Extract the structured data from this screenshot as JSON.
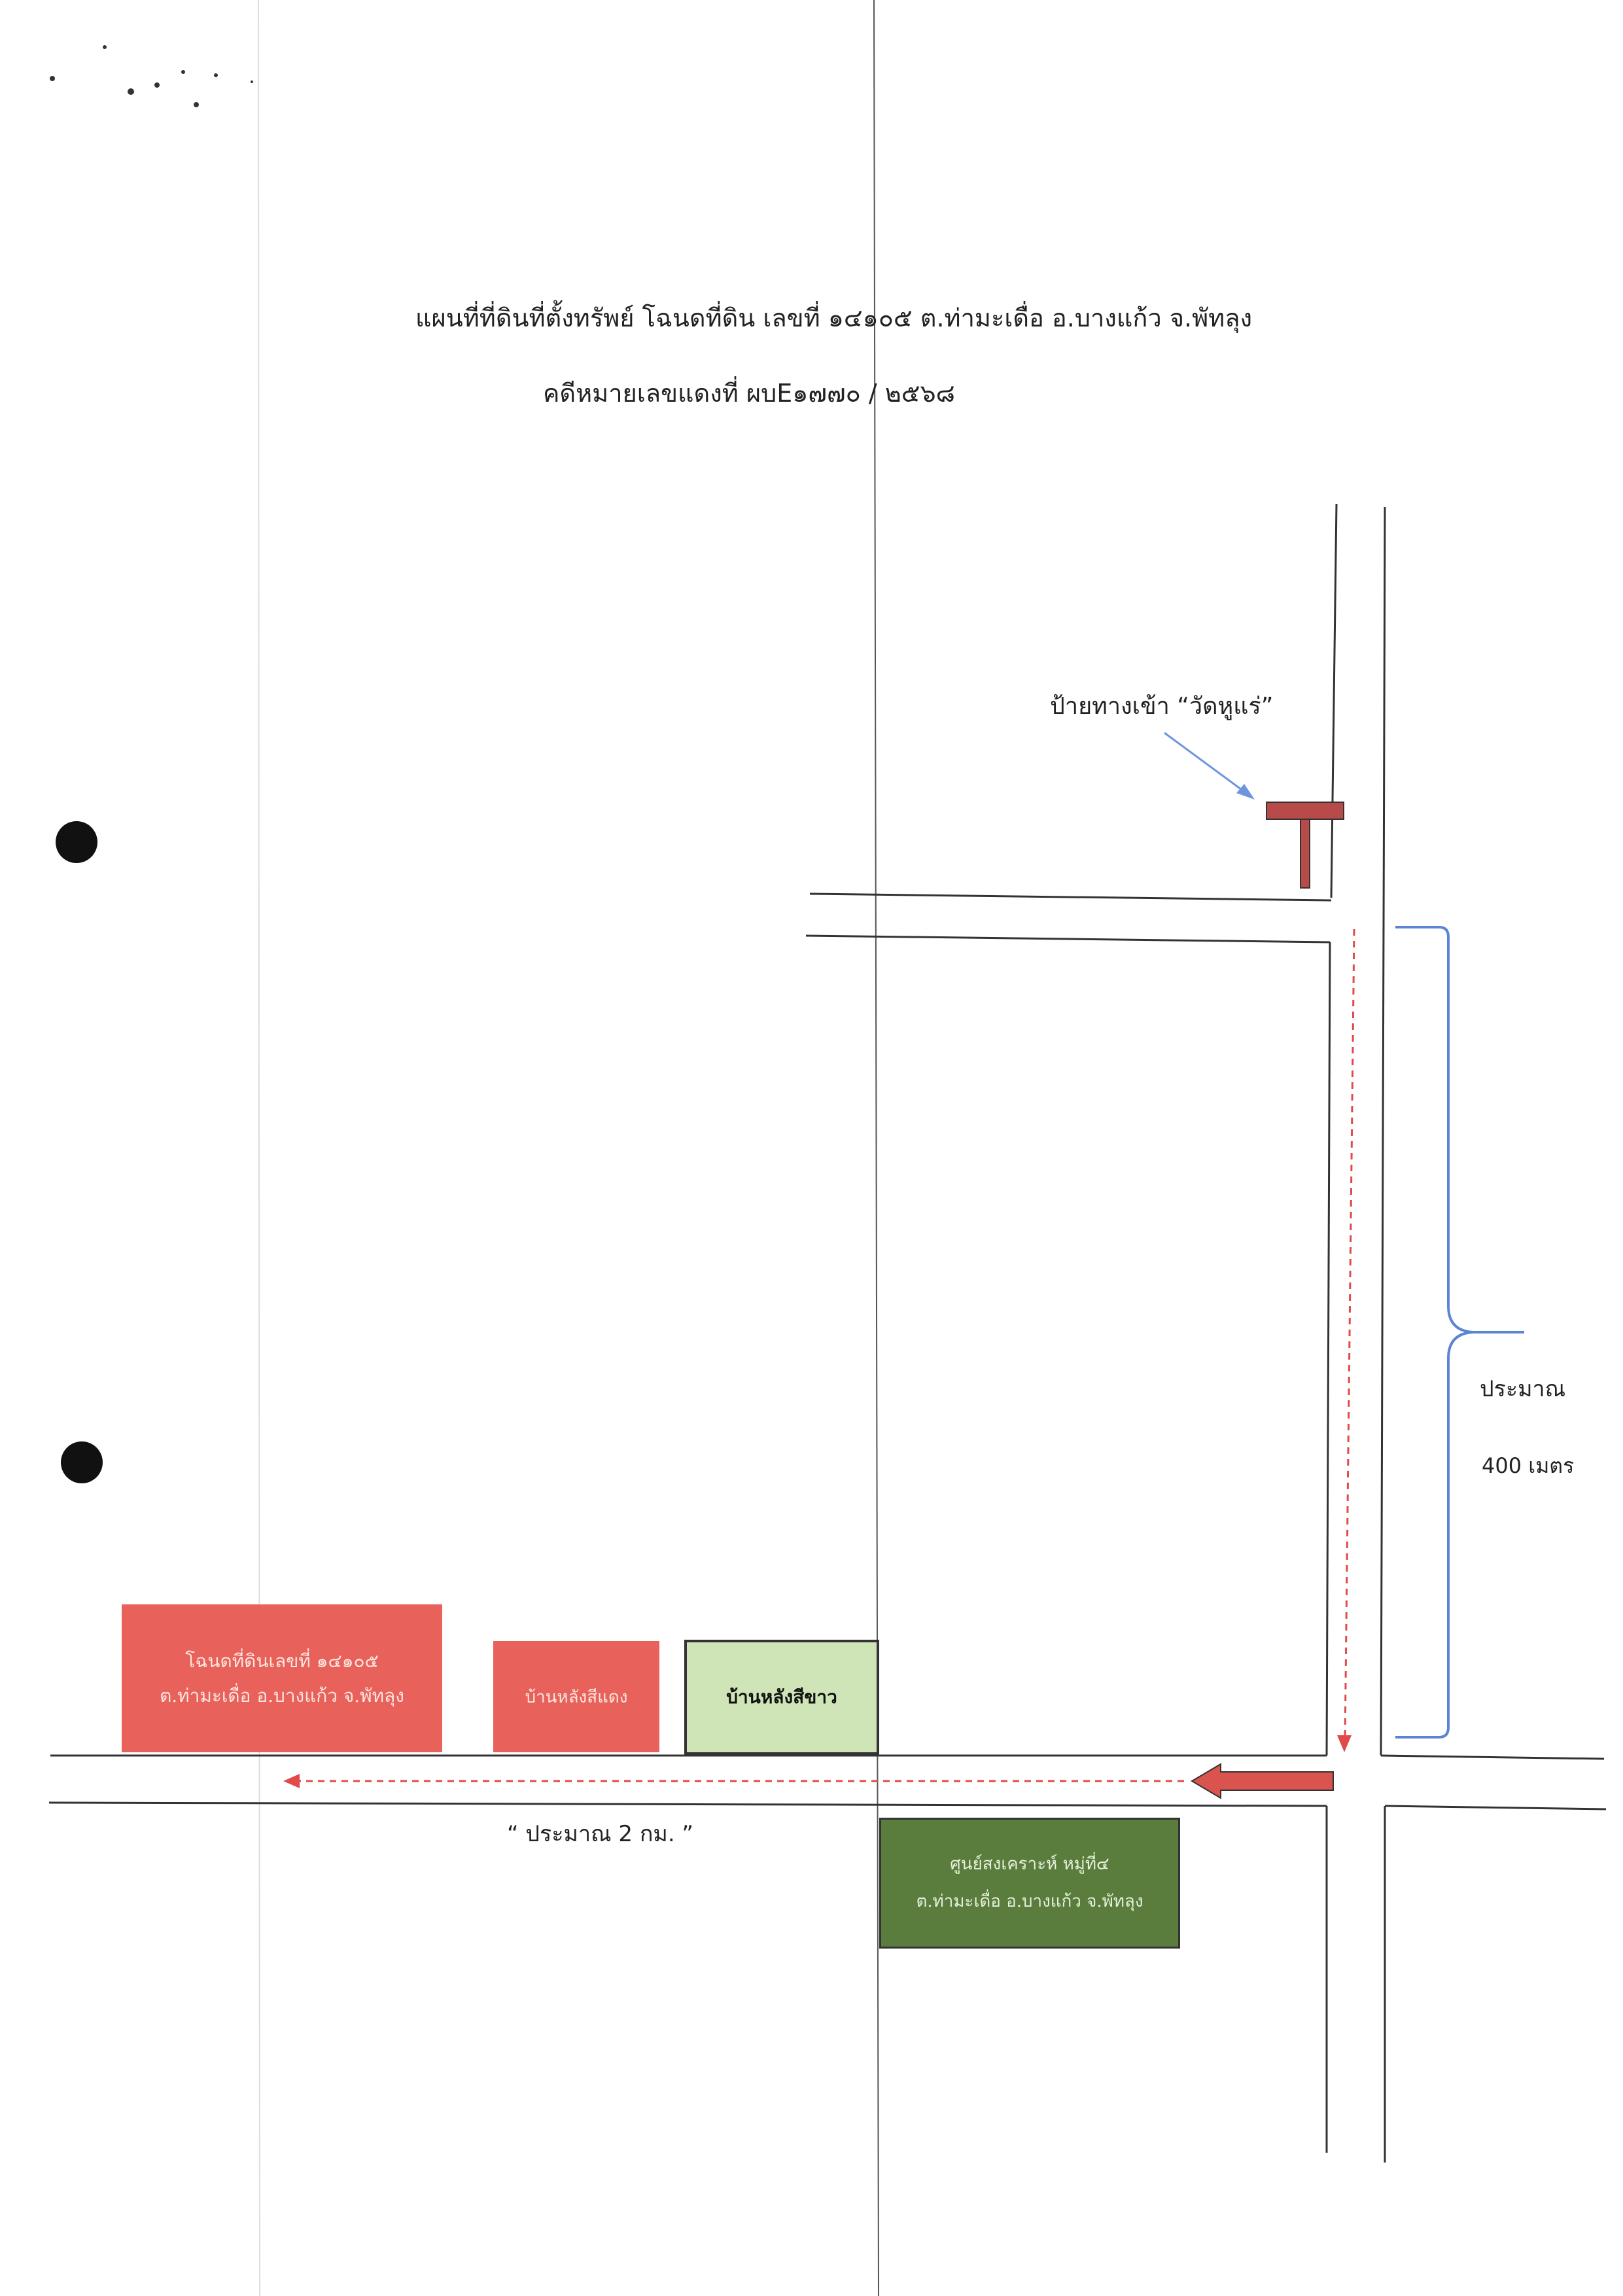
{
  "title": "แผนที่ที่ดินที่ตั้งทรัพย์ โฉนดที่ดิน เลขที่ ๑๔๑๐๕ ต.ท่ามะเดื่อ อ.บางแก้ว จ.พัทลุง",
  "case_number": "คดีหมายเลขแดงที่ ผบE๑๗๗๐ / ๒๕๖๘",
  "landmarks": {
    "temple_sign": "ป้ายทางเข้า “วัดหูแร่”",
    "parcel_line1": "โฉนดที่ดินเลขที่ ๑๔๑๐๕",
    "parcel_line2": "ต.ท่ามะเดื่อ อ.บางแก้ว จ.พัทลุง",
    "red_roof_house": "บ้านหลังสีแดง",
    "white_roof_house": "บ้านหลังสีขาว",
    "center_line1": "ศูนย์สงเคราะห์ หมู่ที่๔",
    "center_line2": "ต.ท่ามะเดื่อ อ.บางแก้ว จ.พัทลุง"
  },
  "distances": {
    "vertical_label": "ประมาณ",
    "vertical_value": "400 เมตร",
    "horizontal": "“  ประมาณ 2 กม. ”"
  },
  "colors": {
    "road": "#333333",
    "route_arrow": "#e04a4a",
    "parcel": "#e8615a",
    "white_house": "#cfe5b8",
    "center": "#5a7d3e",
    "brace": "#5b84d6",
    "sign_post": "#b84a4a",
    "pointer": "#6f95e0"
  }
}
